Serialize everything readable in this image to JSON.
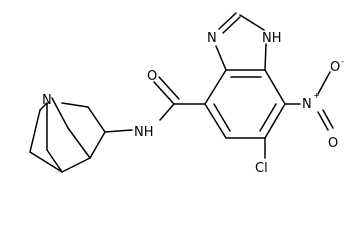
{
  "structure": {
    "atoms": {
      "n_bicyclic": "N",
      "nh_amide": "NH",
      "o_carbonyl": "O",
      "n_imidazole": "N",
      "nh_imidazole": "NH",
      "n_nitro": "N",
      "o_nitro_upper": "O",
      "o_nitro_lower": "O",
      "cl": "Cl"
    },
    "charges": {
      "nitro_n_charge": "+",
      "nitro_o_charge": "-"
    }
  }
}
